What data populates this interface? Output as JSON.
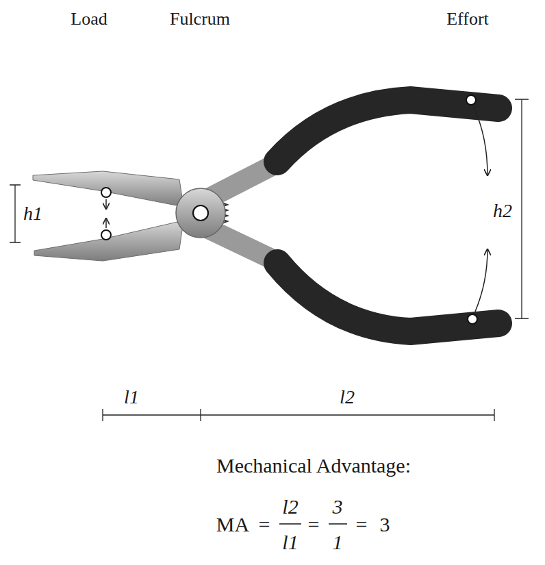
{
  "diagram": {
    "labels": [
      "Load",
      "Fulcrum",
      "Effort",
      "h1",
      "h2",
      "l1",
      "l2",
      "Mechanical Advantage:",
      "MA",
      "=",
      "l2",
      "l1",
      "=",
      "3",
      "1",
      "=",
      "3"
    ]
  }
}
